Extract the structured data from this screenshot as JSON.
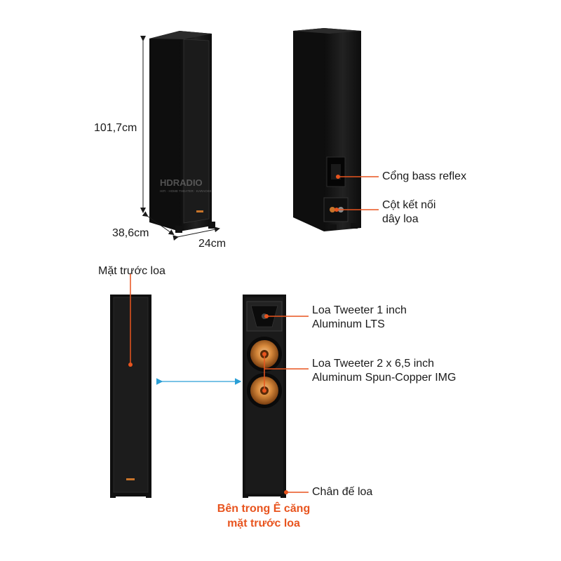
{
  "colors": {
    "accent": "#e8541e",
    "arrow": "#2a9fd6",
    "cabinet": "#161616",
    "copper": "#c8742a"
  },
  "dimensions": {
    "height": "101,7cm",
    "depth": "38,6cm",
    "width": "24cm"
  },
  "watermark": {
    "brand": "HDRADIO",
    "tagline": "HIFI · HOME THEATER · KARAOKE"
  },
  "rear_labels": {
    "bass_reflex": "Cổng bass reflex",
    "terminal_line1": "Cột kết nối",
    "terminal_line2": "dây loa"
  },
  "front_labels": {
    "front_face": "Mặt trước loa",
    "tweeter_line1": "Loa Tweeter 1 inch",
    "tweeter_line2": "Aluminum LTS",
    "woofer_line1": "Loa Tweeter 2 x 6,5 inch",
    "woofer_line2": "Aluminum Spun-Copper IMG",
    "feet": "Chân đế loa",
    "inside_line1": "Bên trong Ê căng",
    "inside_line2": "mặt trước loa"
  },
  "icons": [
    "dimension-arrow-icon",
    "double-arrow-icon",
    "callout-dot-icon"
  ]
}
